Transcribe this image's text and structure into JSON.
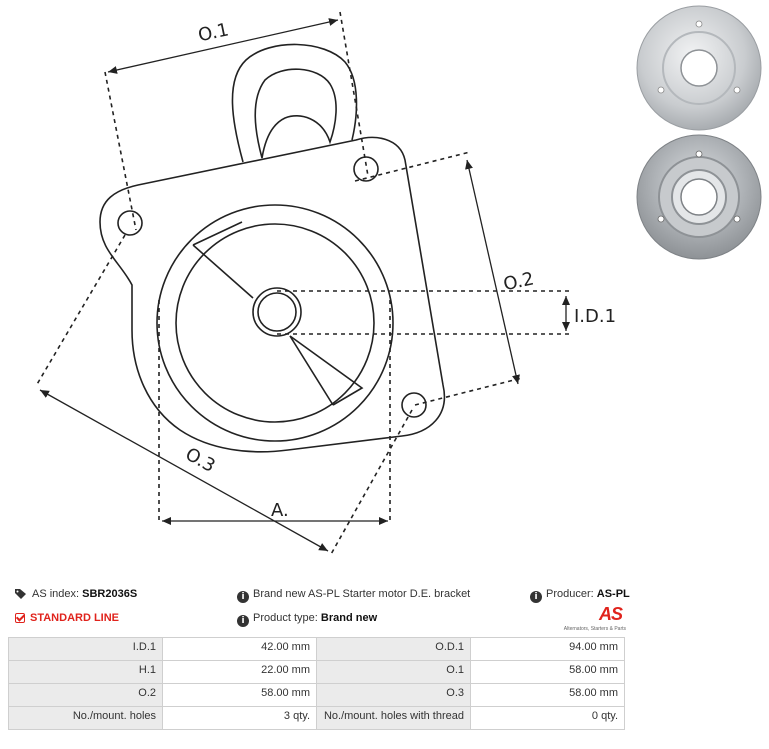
{
  "diagram": {
    "labels": {
      "od1": "O.1",
      "od2": "O.2",
      "od3": "O.3",
      "id1": "I.D.1",
      "a": "A."
    }
  },
  "photos": [
    {
      "name": "bracket-photo-back"
    },
    {
      "name": "bracket-photo-front"
    }
  ],
  "info": {
    "as_index_label": "AS index:",
    "as_index_value": "SBR2036S",
    "standard_line": "STANDARD LINE",
    "description": "Brand new AS-PL Starter motor D.E. bracket",
    "product_type_label": "Product type:",
    "product_type_value": "Brand new",
    "producer_label": "Producer:",
    "producer_value": "AS-PL",
    "logo_text": "AS",
    "logo_sub": "Alternators, Starters & Parts"
  },
  "specs": [
    [
      "I.D.1",
      "42.00 mm",
      "O.D.1",
      "94.00 mm"
    ],
    [
      "H.1",
      "22.00 mm",
      "O.1",
      "58.00 mm"
    ],
    [
      "O.2",
      "58.00 mm",
      "O.3",
      "58.00 mm"
    ],
    [
      "No./mount. holes",
      "3 qty.",
      "No./mount. holes with thread",
      "0 qty."
    ]
  ],
  "colors": {
    "accent": "#e0231c",
    "header_cell": "#ebebeb",
    "border": "#cfcfcf"
  }
}
